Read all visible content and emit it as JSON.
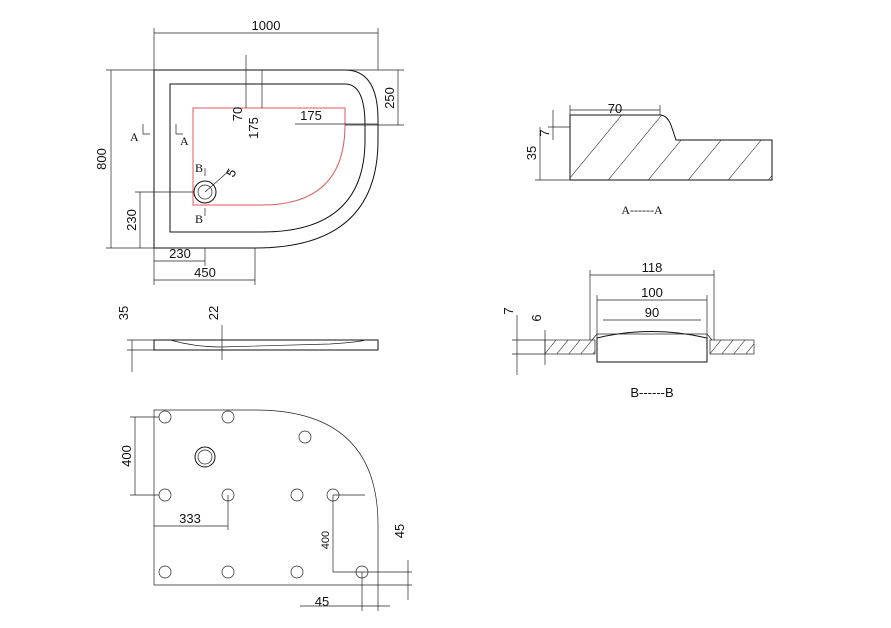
{
  "top_view": {
    "width": "1000",
    "depth": "800",
    "radius": "250",
    "inner_offset_top": "70",
    "inner_offset_side": "175",
    "inner_offset_right": "175",
    "drain_x": "230",
    "drain_y": "230",
    "drain_label": "5",
    "flat_width": "450",
    "section_a_left": "A",
    "section_a_right": "A",
    "section_b_top": "B",
    "section_b_bottom": "B"
  },
  "side_view": {
    "height": "35",
    "inner_depth": "22"
  },
  "bottom_view": {
    "leg_spacing_y": "400",
    "leg_spacing_x": "333",
    "leg_spacing_right": "400",
    "edge_offset_y": "45",
    "edge_offset_x": "45"
  },
  "section_aa": {
    "step_width": "70",
    "lip": "7",
    "height": "35",
    "caption": "A------A"
  },
  "section_bb": {
    "outer": "118",
    "middle": "100",
    "inner": "90",
    "rim": "7",
    "inner_rim": "6",
    "caption": "B------B"
  }
}
